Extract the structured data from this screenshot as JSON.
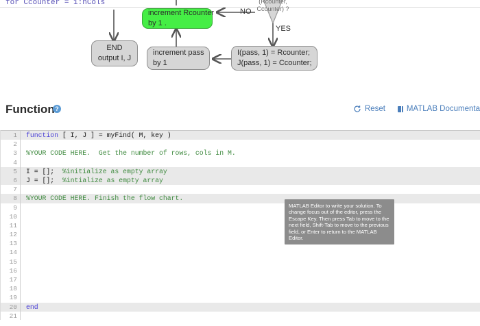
{
  "flowchart": {
    "partial_top_text": "for Ccounter = 1:nCols",
    "nodes": [
      {
        "id": "increment-rcounter",
        "lines": [
          "increment Rcounter",
          "by 1      ."
        ],
        "highlighted": true
      },
      {
        "id": "end",
        "lines": [
          "END",
          "output I, J"
        ],
        "highlighted": false
      },
      {
        "id": "increment-pass",
        "lines": [
          "increment pass",
          "by 1"
        ],
        "highlighted": false
      },
      {
        "id": "assign-ij",
        "lines": [
          "I(pass, 1) = Rcounter;",
          "J(pass, 1) = Ccounter;"
        ],
        "highlighted": false
      }
    ],
    "decision": {
      "lines": [
        "(Rcounter,",
        "Ccounter) ?"
      ]
    },
    "edge_labels": {
      "no": "NO",
      "yes": "YES"
    }
  },
  "section": {
    "title": "Function",
    "help_icon": "question-circle-icon",
    "reset_label": "Reset",
    "reset_icon": "refresh-icon",
    "doc_label": "MATLAB Documenta",
    "doc_icon": "book-icon"
  },
  "editor": {
    "lines": [
      {
        "n": "1",
        "highlight": true,
        "segments": [
          {
            "t": "function",
            "c": "kw"
          },
          {
            "t": " [ I, J ] = myFind( M, key )",
            "c": ""
          }
        ]
      },
      {
        "n": "2",
        "highlight": false,
        "segments": []
      },
      {
        "n": "3",
        "highlight": false,
        "segments": [
          {
            "t": "%YOUR CODE HERE.  Get the number of rows, cols in M.",
            "c": "cm"
          }
        ]
      },
      {
        "n": "4",
        "highlight": false,
        "segments": []
      },
      {
        "n": "5",
        "highlight": true,
        "segments": [
          {
            "t": "I = [];  ",
            "c": ""
          },
          {
            "t": "%initialize as empty array",
            "c": "cm"
          }
        ]
      },
      {
        "n": "6",
        "highlight": true,
        "segments": [
          {
            "t": "J = [];  ",
            "c": ""
          },
          {
            "t": "%intialize as empty array",
            "c": "cm"
          }
        ]
      },
      {
        "n": "7",
        "highlight": false,
        "segments": []
      },
      {
        "n": "8",
        "highlight": true,
        "segments": [
          {
            "t": "%YOUR CODE HERE. Finish the flow chart.",
            "c": "cm"
          }
        ]
      },
      {
        "n": "9",
        "highlight": false,
        "segments": []
      },
      {
        "n": "10",
        "highlight": false,
        "segments": []
      },
      {
        "n": "11",
        "highlight": false,
        "segments": []
      },
      {
        "n": "12",
        "highlight": false,
        "segments": []
      },
      {
        "n": "13",
        "highlight": false,
        "segments": []
      },
      {
        "n": "14",
        "highlight": false,
        "segments": []
      },
      {
        "n": "15",
        "highlight": false,
        "segments": []
      },
      {
        "n": "16",
        "highlight": false,
        "segments": []
      },
      {
        "n": "17",
        "highlight": false,
        "segments": []
      },
      {
        "n": "18",
        "highlight": false,
        "segments": []
      },
      {
        "n": "19",
        "highlight": false,
        "segments": []
      },
      {
        "n": "20",
        "highlight": true,
        "segments": [
          {
            "t": "end",
            "c": "kw"
          }
        ]
      },
      {
        "n": "21",
        "highlight": false,
        "segments": []
      }
    ]
  },
  "tooltip": {
    "text": "MATLAB Editor to write your solution. To change focus out of the editor, press the Escape Key. Then press Tab to move to the next field, Shift-Tab to move to the previous field, or Enter to return to the MATLAB Editor."
  },
  "colors": {
    "accent_link": "#4a7ebb",
    "node_fill": "#d6d6d6",
    "node_highlight": "#45ee45",
    "keyword": "#4a3fd6",
    "comment": "#3f8a3f",
    "row_highlight": "#e9e9e9"
  }
}
